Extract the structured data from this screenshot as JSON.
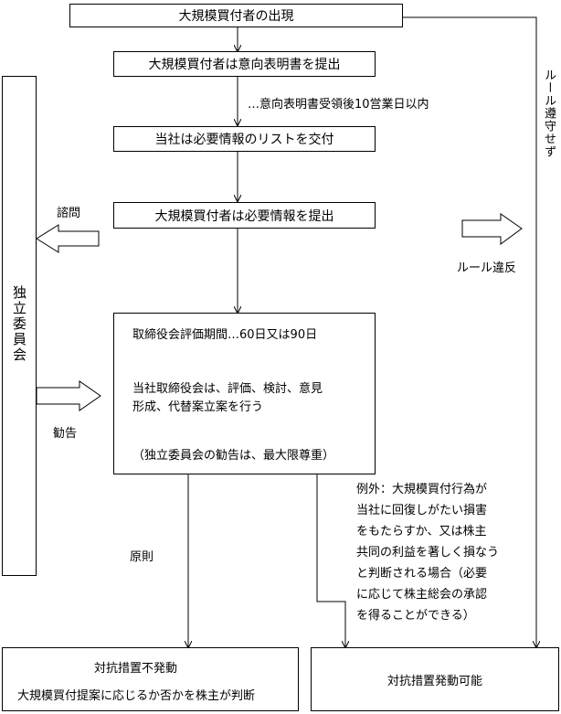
{
  "flow": {
    "top": "大規模買付者の出現",
    "step1": "大規模買付者は意向表明書を提出",
    "step1_note": "…意向表明書受領後10営業日以内",
    "step2": "当社は必要情報のリストを交付",
    "step3": "大規模買付者は必要情報を提出",
    "review": {
      "line1": "取締役会評価期間…60日又は90日",
      "line2": "当社取締役会は、評価、検討、意見",
      "line3": "形成、代替案立案を行う",
      "line4": "（独立委員会の勧告は、最大限尊重）"
    },
    "principle": "原則",
    "exception": [
      "例外：大規模買付行為が",
      "当社に回復しがたい損害",
      "をもたらすか、又は株主",
      "共同の利益を著しく損なう",
      "と判断される場合（必要",
      "に応じて株主総会の承認",
      "を得ることができる）"
    ],
    "outcome_left": {
      "title": "対抗措置不発動",
      "desc": "大規模買付提案に応じるか否かを株主が判断"
    },
    "outcome_right": "対抗措置発動可能"
  },
  "committee": {
    "label": "独立委員会",
    "consult": "諮問",
    "advise": "勧告"
  },
  "rule_violation": "ルール違反",
  "rule_not_followed": "ルール遵守せず"
}
